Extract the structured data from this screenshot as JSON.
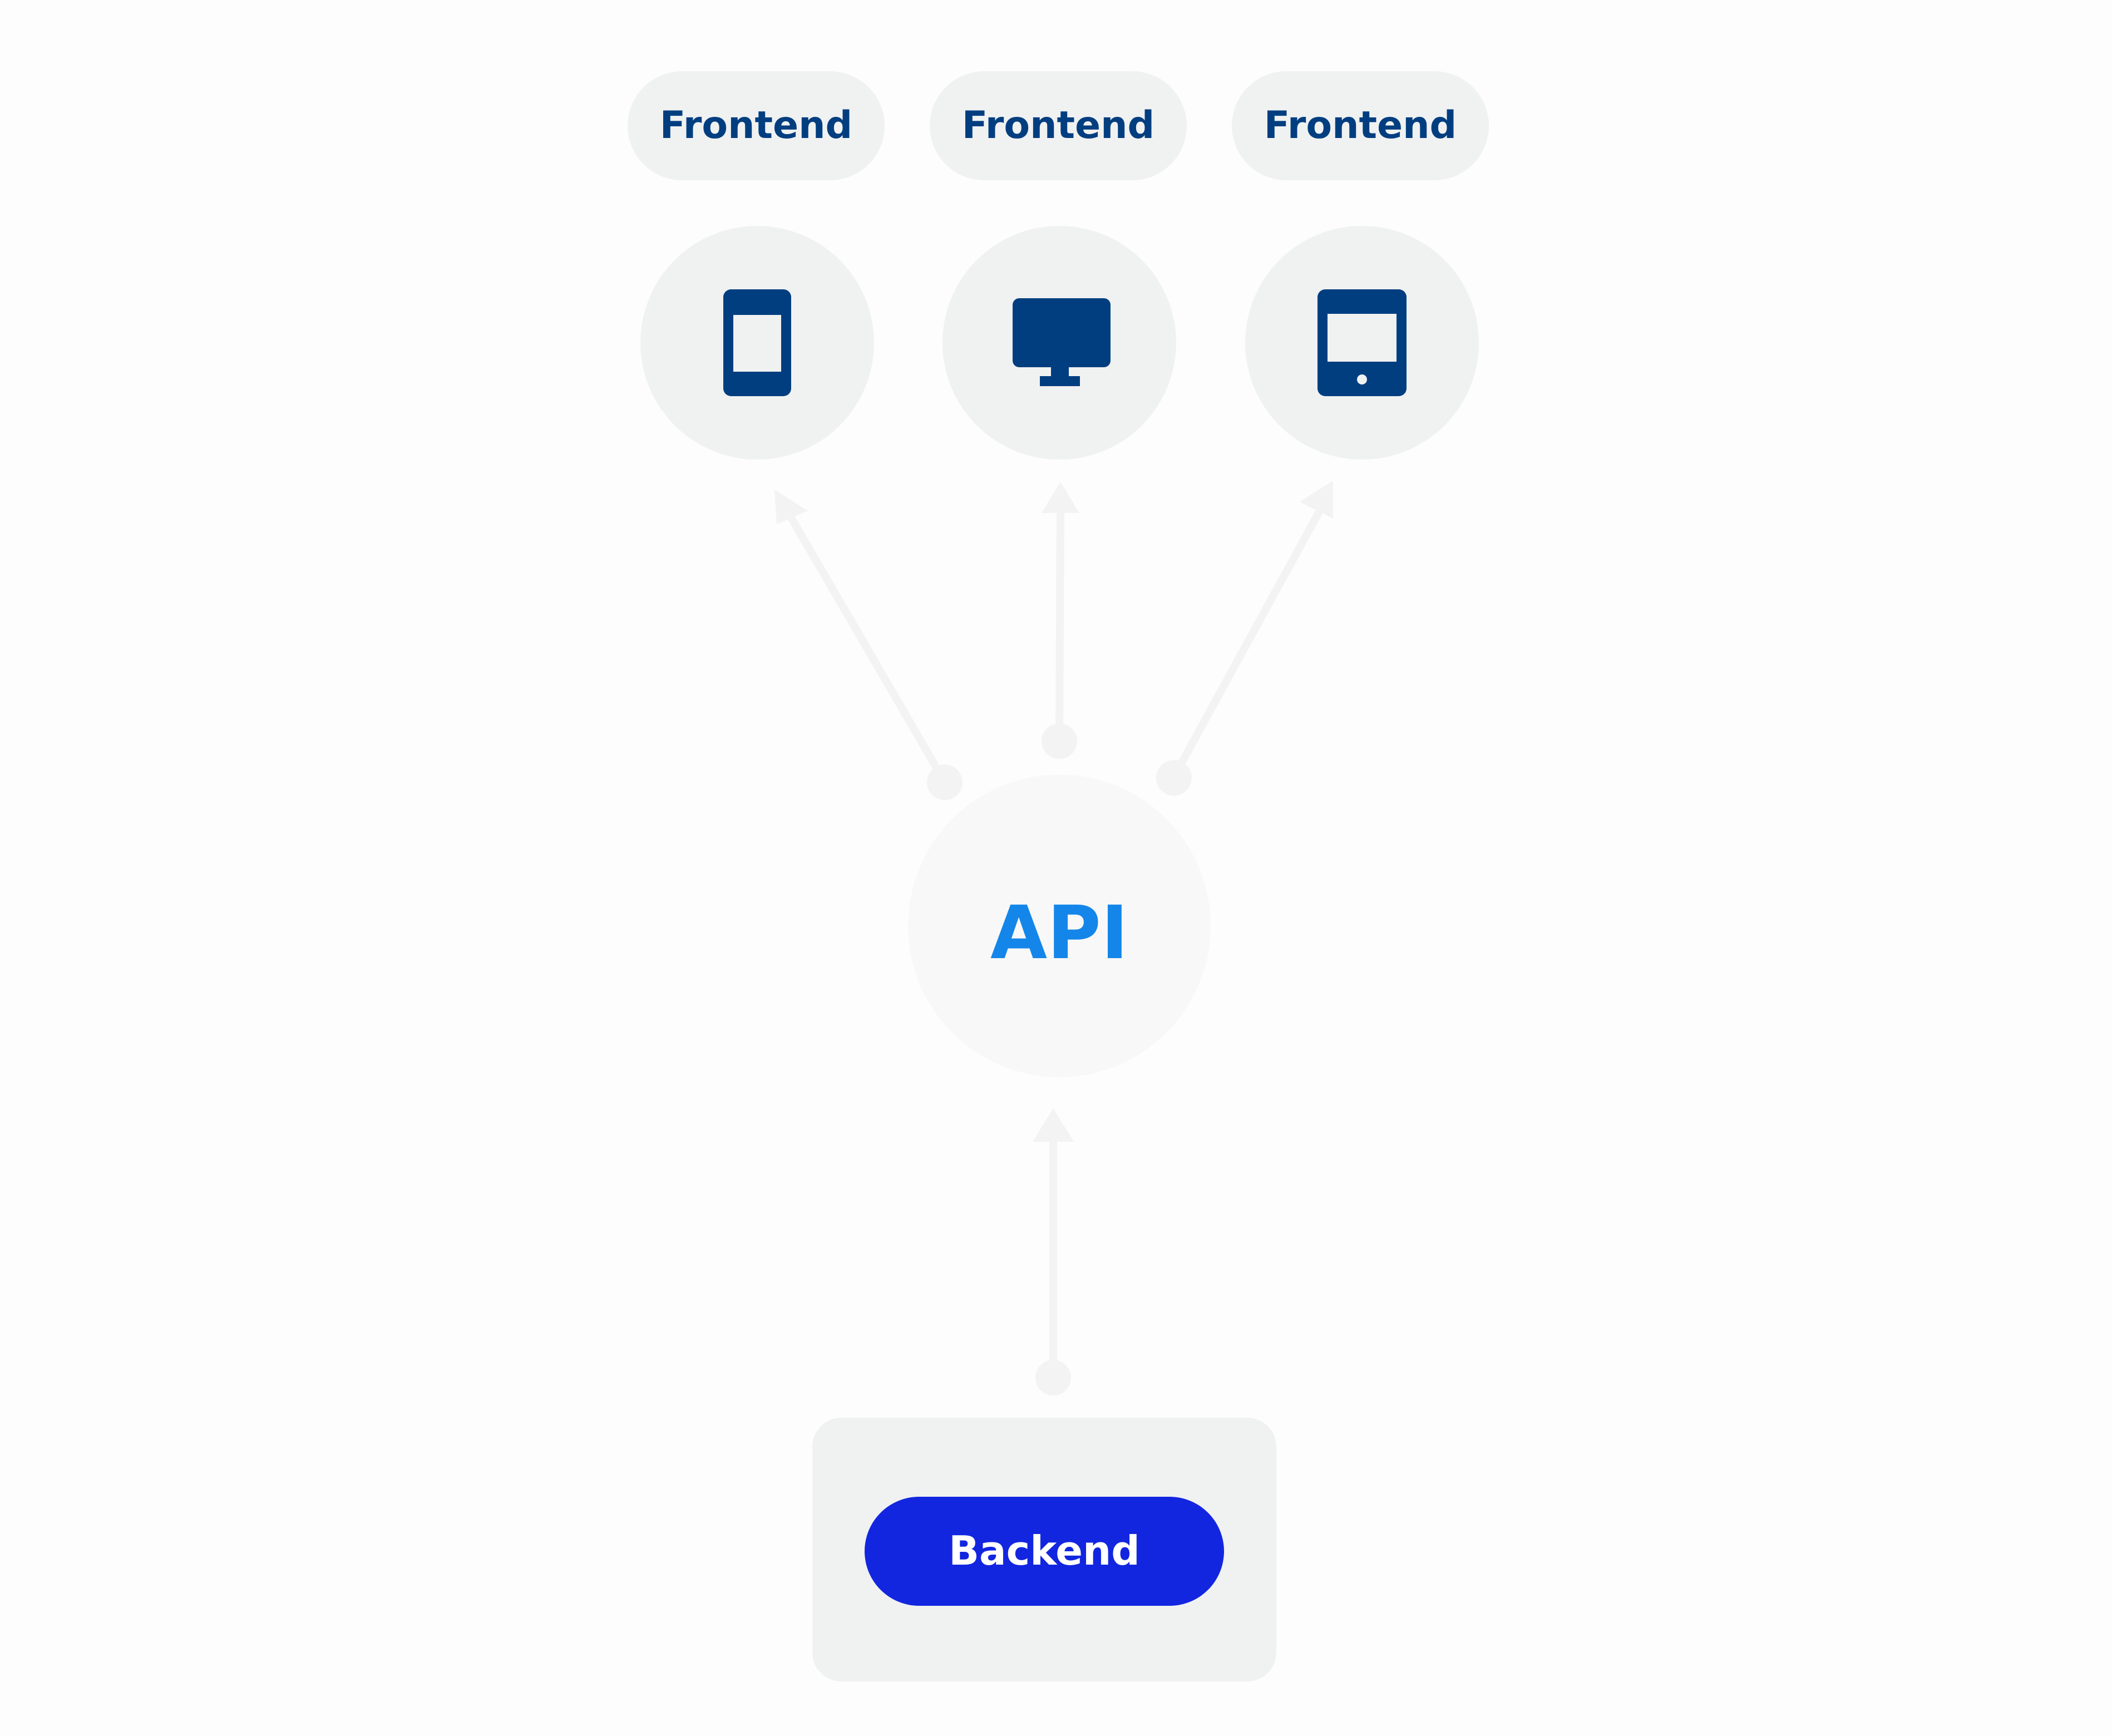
{
  "frontends": [
    {
      "label": "Frontend",
      "icon": "smartphone-icon"
    },
    {
      "label": "Frontend",
      "icon": "desktop-monitor-icon"
    },
    {
      "label": "Frontend",
      "icon": "tablet-icon"
    }
  ],
  "api": {
    "label": "API"
  },
  "backend": {
    "label": "Backend"
  },
  "colors": {
    "navy": "#013e80",
    "api_blue": "#1486ea",
    "backend_blue": "#1226e0",
    "light_gray": "#f0f1f1",
    "api_circle": "#f8f8f8",
    "connector": "#f3f3f3",
    "background": "#fdfdfd"
  }
}
